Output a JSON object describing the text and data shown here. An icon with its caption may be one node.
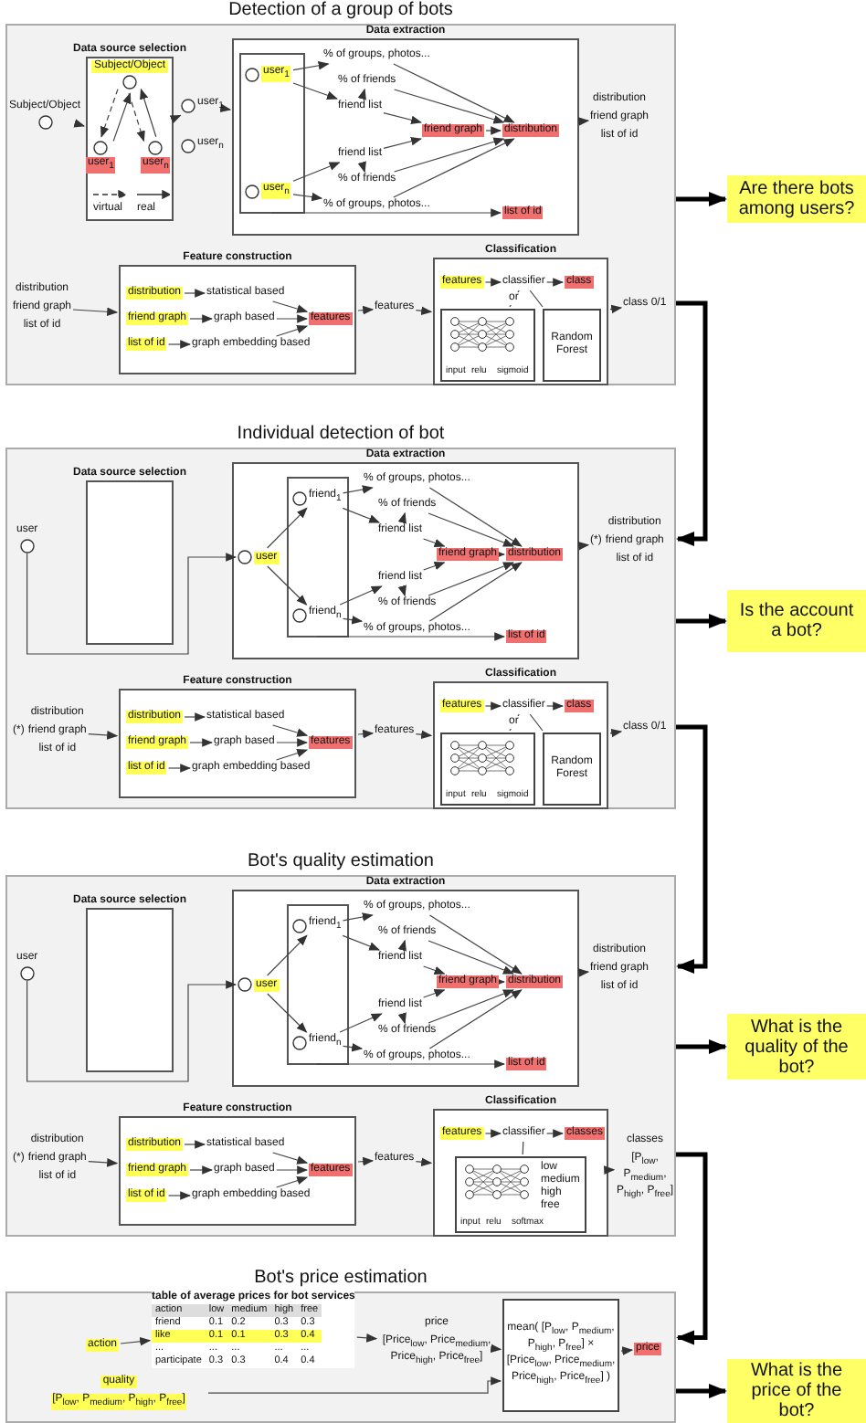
{
  "diagram": {
    "nodes": [
      {
        "text": [
          "Detection of a group of bots"
        ]
      },
      {
        "text": [
          "Subject/Object"
        ],
        "in": 0
      },
      {
        "text": [
          "Data source selection"
        ],
        "in": 0
      },
      {
        "text": [
          "Subject/Object"
        ],
        "in": 2
      },
      {
        "text": [
          "user$_{1}$"
        ],
        "in": 2
      },
      {
        "text": [
          "user$_{n}$"
        ],
        "in": 2
      },
      {
        "text": [
          "user$_{1}$"
        ],
        "in": 0
      },
      {
        "text": [
          "user$_{n}$"
        ],
        "in": 0
      },
      {
        "text": [
          "Data extraction"
        ],
        "in": 0
      },
      {
        "text": [],
        "shape": "box",
        "in": 8
      },
      {
        "text": [
          "user$_{1}$"
        ],
        "in": 9
      },
      {
        "text": [
          "user$_{n}$"
        ],
        "in": 9
      },
      {
        "text": [
          "% of groups, photos..."
        ],
        "in": 8
      },
      {
        "text": [
          "% of friends"
        ],
        "in": 8
      },
      {
        "text": [
          "friend list"
        ],
        "in": 8
      },
      {
        "text": [
          "friend list"
        ],
        "in": 8
      },
      {
        "text": [
          "% of friends"
        ],
        "in": 8
      },
      {
        "text": [
          "% of groups, photos..."
        ],
        "in": 8
      },
      {
        "text": [
          "friend graph"
        ],
        "in": 8
      },
      {
        "text": [
          "distribution"
        ],
        "in": 8
      },
      {
        "text": [
          "list of id"
        ],
        "in": 8
      },
      {
        "text": [
          "distribution",
          "friend graph",
          "list of id"
        ],
        "in": 0
      },
      {
        "text": [
          "Feature construction"
        ],
        "in": 0
      },
      {
        "text": [
          "distribution",
          "friend graph",
          "list of id"
        ],
        "in": 0
      },
      {
        "text": [
          "distribution"
        ],
        "in": 22
      },
      {
        "text": [
          "friend graph"
        ],
        "in": 22
      },
      {
        "text": [
          "list of id"
        ],
        "in": 22
      },
      {
        "text": [
          "statistical based"
        ],
        "in": 22
      },
      {
        "text": [
          "graph based"
        ],
        "in": 22
      },
      {
        "text": [
          "graph embedding based"
        ],
        "in": 22
      },
      {
        "text": [
          "features"
        ],
        "in": 22
      },
      {
        "text": [
          "features"
        ],
        "in": 0
      },
      {
        "text": [
          "Classification"
        ],
        "in": 0
      },
      {
        "text": [
          "features"
        ],
        "in": 32
      },
      {
        "text": [
          "classifier"
        ],
        "in": 32
      },
      {
        "text": [
          "class"
        ],
        "in": 32
      },
      {
        "text": [
          "input",
          "relu",
          "sigmoid"
        ],
        "in": 32
      },
      {
        "text": [
          "Random Forest"
        ],
        "in": 32
      },
      {
        "text": [
          "class 0/1"
        ],
        "in": 0
      },
      {
        "text": [
          "Are there bots among users?"
        ]
      },
      {
        "text": [
          "Individual detection of bot"
        ]
      },
      {
        "text": [
          "user"
        ],
        "in": 40
      },
      {
        "text": [
          "Data source selection"
        ],
        "in": 40
      },
      {
        "text": [
          "Data extraction"
        ],
        "in": 40
      },
      {
        "text": [
          "user"
        ],
        "in": 43
      },
      {
        "text": [],
        "shape": "box",
        "in": 43
      },
      {
        "text": [
          "friend$_{1}$"
        ],
        "in": 45
      },
      {
        "text": [
          "friend$_{n}$"
        ],
        "in": 45
      },
      {
        "text": [
          "% of groups, photos..."
        ],
        "in": 43
      },
      {
        "text": [
          "% of friends"
        ],
        "in": 43
      },
      {
        "text": [
          "friend list"
        ],
        "in": 43
      },
      {
        "text": [
          "friend list"
        ],
        "in": 43
      },
      {
        "text": [
          "% of friends"
        ],
        "in": 43
      },
      {
        "text": [
          "% of groups, photos..."
        ],
        "in": 43
      },
      {
        "text": [
          "friend graph"
        ],
        "in": 43
      },
      {
        "text": [
          "distribution"
        ],
        "in": 43
      },
      {
        "text": [
          "list of id"
        ],
        "in": 43
      },
      {
        "text": [
          "distribution",
          "friend graph",
          "list of id"
        ],
        "beside": [
          "(*)"
        ],
        "in": 40
      },
      {
        "text": [
          "Feature construction"
        ],
        "in": 40
      },
      {
        "text": [
          "distribution",
          "friend graph",
          "list of id"
        ],
        "beside": [
          "(*)"
        ],
        "in": 40
      },
      {
        "text": [
          "distribution"
        ],
        "in": 58
      },
      {
        "text": [
          "friend graph"
        ],
        "in": 58
      },
      {
        "text": [
          "list of id"
        ],
        "in": 58
      },
      {
        "text": [
          "statistical based"
        ],
        "in": 58
      },
      {
        "text": [
          "graph based"
        ],
        "in": 58
      },
      {
        "text": [
          "graph embedding based"
        ],
        "in": 58
      },
      {
        "text": [
          "features"
        ],
        "in": 58
      },
      {
        "text": [
          "features"
        ],
        "in": 40
      },
      {
        "text": [
          "Classification"
        ],
        "in": 40
      },
      {
        "text": [
          "features"
        ],
        "in": 68
      },
      {
        "text": [
          "classifier"
        ],
        "in": 68
      },
      {
        "text": [
          "class"
        ],
        "in": 68
      },
      {
        "text": [
          "input",
          "relu",
          "sigmoid"
        ],
        "in": 68
      },
      {
        "text": [
          "Random Forest"
        ],
        "in": 68
      },
      {
        "text": [
          "class 0/1"
        ],
        "in": 40
      },
      {
        "text": [
          "Is the account a bot?"
        ]
      },
      {
        "text": [
          "Bot's quality estimation"
        ]
      },
      {
        "text": [
          "user"
        ],
        "in": 76
      },
      {
        "text": [
          "Data source selection"
        ],
        "in": 76
      },
      {
        "text": [
          "Data extraction"
        ],
        "in": 76
      },
      {
        "text": [
          "user"
        ],
        "in": 79
      },
      {
        "text": [],
        "shape": "box",
        "in": 79
      },
      {
        "text": [
          "friend$_{1}$"
        ],
        "in": 81
      },
      {
        "text": [
          "friend$_{n}$"
        ],
        "in": 81
      },
      {
        "text": [
          "% of groups, photos..."
        ],
        "in": 79
      },
      {
        "text": [
          "% of friends"
        ],
        "in": 79
      },
      {
        "text": [
          "friend list"
        ],
        "in": 79
      },
      {
        "text": [
          "friend list"
        ],
        "in": 79
      },
      {
        "text": [
          "% of friends"
        ],
        "in": 79
      },
      {
        "text": [
          "% of groups, photos..."
        ],
        "in": 79
      },
      {
        "text": [
          "friend graph"
        ],
        "in": 79
      },
      {
        "text": [
          "distribution"
        ],
        "in": 79
      },
      {
        "text": [
          "list of id"
        ],
        "in": 79
      },
      {
        "text": [
          "distribution",
          "friend graph",
          "list of id"
        ],
        "in": 76
      },
      {
        "text": [
          "Feature construction"
        ],
        "in": 76
      },
      {
        "text": [
          "distribution",
          "friend graph",
          "list of id"
        ],
        "beside": [
          "(*)"
        ],
        "in": 76
      },
      {
        "text": [
          "distribution"
        ],
        "in": 94
      },
      {
        "text": [
          "friend graph"
        ],
        "in": 94
      },
      {
        "text": [
          "list of id"
        ],
        "in": 94
      },
      {
        "text": [
          "statistical based"
        ],
        "in": 94
      },
      {
        "text": [
          "graph based"
        ],
        "in": 94
      },
      {
        "text": [
          "graph embedding based"
        ],
        "in": 94
      },
      {
        "text": [
          "features"
        ],
        "in": 94
      },
      {
        "text": [
          "features"
        ],
        "in": 76
      },
      {
        "text": [
          "Classification"
        ],
        "in": 76
      },
      {
        "text": [
          "features"
        ],
        "in": 104
      },
      {
        "text": [
          "classifier"
        ],
        "in": 104
      },
      {
        "text": [
          "classes"
        ],
        "in": 104
      },
      {
        "text": [
          "input",
          "relu",
          "softmax",
          "low",
          "medium",
          "high",
          "free"
        ],
        "in": 104
      },
      {
        "text": [
          "classes",
          "[P$_{low}$, P$_{medium}$, P$_{high}$, P$_{free}$]"
        ],
        "in": 76
      },
      {
        "text": [
          "What is the quality of the bot?"
        ]
      },
      {
        "text": [
          "Bot's price estimation"
        ]
      },
      {
        "text": [
          "action"
        ],
        "in": 111
      },
      {
        "text": [
          "table of average prices for bot services",
          "action",
          "low",
          "medium",
          "high",
          "free",
          "friend",
          "0.1",
          "0.2",
          "0.3",
          "0.3",
          "like",
          "0.1",
          "0.1",
          "0.3",
          "0.4",
          "...",
          "...",
          "...",
          "...",
          "...",
          "participate",
          "0.3",
          "0.3",
          "0.4",
          "0.4"
        ],
        "in": 111
      },
      {
        "text": [
          "price",
          "[Price$_{low}$, Price$_{medium}$, Price$_{high}$, Price$_{free}$]"
        ],
        "in": 111
      },
      {
        "text": [
          "mean( [P$_{low}$, P$_{medium}$, P$_{high}$, P$_{free}$] × [Price$_{low}$, Price$_{medium}$, Price$_{high}$, Price$_{free}$] )"
        ],
        "in": 111
      },
      {
        "text": [
          "price"
        ],
        "in": 111
      },
      {
        "text": [
          "quality",
          "[P$_{low}$, P$_{medium}$, P$_{high}$, P$_{free}$]"
        ],
        "in": 111
      },
      {
        "text": [
          "What is the price of the bot?"
        ]
      }
    ],
    "edges": [
      {
        "from": 1,
        "to": 2,
        "arrow": "to"
      },
      {
        "from": 3,
        "to": 4,
        "arrow": "to",
        "style": "dashed"
      },
      {
        "from": 4,
        "to": 3,
        "arrow": "to"
      },
      {
        "from": 3,
        "to": 5,
        "arrow": "to",
        "style": "dashed"
      },
      {
        "from": 5,
        "to": 3,
        "arrow": "to"
      },
      {
        "from": 2,
        "to": 6,
        "arrow": "to"
      },
      {
        "from": 6,
        "to": 8,
        "arrow": "to"
      },
      {
        "from": 10,
        "to": 12,
        "arrow": "to"
      },
      {
        "from": 10,
        "to": 14,
        "arrow": "to"
      },
      {
        "from": 14,
        "to": 13,
        "arrow": "to"
      },
      {
        "from": 12,
        "to": 19,
        "arrow": "to"
      },
      {
        "from": 13,
        "to": 19,
        "arrow": "to"
      },
      {
        "from": 14,
        "to": 18,
        "arrow": "to"
      },
      {
        "from": 11,
        "to": 15,
        "arrow": "to"
      },
      {
        "from": 11,
        "to": 17,
        "arrow": "to"
      },
      {
        "from": 15,
        "to": 16,
        "arrow": "to"
      },
      {
        "from": 15,
        "to": 18,
        "arrow": "to"
      },
      {
        "from": 16,
        "to": 19,
        "arrow": "to"
      },
      {
        "from": 17,
        "to": 19,
        "arrow": "to"
      },
      {
        "from": 18,
        "to": 19,
        "arrow": "to"
      },
      {
        "from": 9,
        "to": 20,
        "arrow": "to"
      },
      {
        "from": 8,
        "to": 21,
        "arrow": "to"
      },
      {
        "from": 23,
        "to": 22,
        "arrow": "to"
      },
      {
        "from": 24,
        "to": 27,
        "arrow": "to"
      },
      {
        "from": 25,
        "to": 28,
        "arrow": "to"
      },
      {
        "from": 26,
        "to": 29,
        "arrow": "to"
      },
      {
        "from": 27,
        "to": 30,
        "arrow": "to"
      },
      {
        "from": 28,
        "to": 30,
        "arrow": "to"
      },
      {
        "from": 29,
        "to": 30,
        "arrow": "to"
      },
      {
        "from": 22,
        "to": 31,
        "arrow": "to"
      },
      {
        "from": 31,
        "to": 32,
        "arrow": "to"
      },
      {
        "from": 33,
        "to": 34,
        "arrow": "to"
      },
      {
        "from": 34,
        "to": 35,
        "arrow": "to"
      },
      {
        "from": 34,
        "to": 36,
        "arrow": "none",
        "label": "or"
      },
      {
        "from": 34,
        "to": 37,
        "arrow": "none"
      },
      {
        "from": 32,
        "to": 38,
        "arrow": "to"
      },
      {
        "from": 0,
        "to": 39,
        "arrow": "to",
        "style": "thick"
      },
      {
        "from": 0,
        "to": 40,
        "arrow": "to",
        "style": "thick"
      },
      {
        "from": 41,
        "to": 44,
        "arrow": "to"
      },
      {
        "from": 44,
        "to": 46,
        "arrow": "to"
      },
      {
        "from": 44,
        "to": 47,
        "arrow": "to"
      },
      {
        "from": 46,
        "to": 48,
        "arrow": "to"
      },
      {
        "from": 46,
        "to": 50,
        "arrow": "to"
      },
      {
        "from": 50,
        "to": 49,
        "arrow": "to"
      },
      {
        "from": 48,
        "to": 55,
        "arrow": "to"
      },
      {
        "from": 49,
        "to": 55,
        "arrow": "to"
      },
      {
        "from": 50,
        "to": 54,
        "arrow": "to"
      },
      {
        "from": 47,
        "to": 51,
        "arrow": "to"
      },
      {
        "from": 47,
        "to": 53,
        "arrow": "to"
      },
      {
        "from": 51,
        "to": 52,
        "arrow": "to"
      },
      {
        "from": 51,
        "to": 54,
        "arrow": "to"
      },
      {
        "from": 52,
        "to": 55,
        "arrow": "to"
      },
      {
        "from": 53,
        "to": 55,
        "arrow": "to"
      },
      {
        "from": 54,
        "to": 55,
        "arrow": "to"
      },
      {
        "from": 45,
        "to": 56,
        "arrow": "to"
      },
      {
        "from": 43,
        "to": 57,
        "arrow": "to"
      },
      {
        "from": 59,
        "to": 58,
        "arrow": "to"
      },
      {
        "from": 60,
        "to": 63,
        "arrow": "to"
      },
      {
        "from": 61,
        "to": 64,
        "arrow": "to"
      },
      {
        "from": 62,
        "to": 65,
        "arrow": "to"
      },
      {
        "from": 63,
        "to": 66,
        "arrow": "to"
      },
      {
        "from": 64,
        "to": 66,
        "arrow": "to"
      },
      {
        "from": 65,
        "to": 66,
        "arrow": "to"
      },
      {
        "from": 58,
        "to": 67,
        "arrow": "to"
      },
      {
        "from": 67,
        "to": 68,
        "arrow": "to"
      },
      {
        "from": 69,
        "to": 70,
        "arrow": "to"
      },
      {
        "from": 70,
        "to": 71,
        "arrow": "to"
      },
      {
        "from": 70,
        "to": 72,
        "arrow": "none",
        "label": "or"
      },
      {
        "from": 70,
        "to": 73,
        "arrow": "none"
      },
      {
        "from": 68,
        "to": 74,
        "arrow": "to"
      },
      {
        "from": 40,
        "to": 75,
        "arrow": "to",
        "style": "thick"
      },
      {
        "from": 40,
        "to": 76,
        "arrow": "to",
        "style": "thick"
      },
      {
        "from": 77,
        "to": 80,
        "arrow": "to"
      },
      {
        "from": 80,
        "to": 82,
        "arrow": "to"
      },
      {
        "from": 80,
        "to": 83,
        "arrow": "to"
      },
      {
        "from": 82,
        "to": 84,
        "arrow": "to"
      },
      {
        "from": 82,
        "to": 86,
        "arrow": "to"
      },
      {
        "from": 86,
        "to": 85,
        "arrow": "to"
      },
      {
        "from": 84,
        "to": 91,
        "arrow": "to"
      },
      {
        "from": 85,
        "to": 91,
        "arrow": "to"
      },
      {
        "from": 86,
        "to": 90,
        "arrow": "to"
      },
      {
        "from": 83,
        "to": 87,
        "arrow": "to"
      },
      {
        "from": 83,
        "to": 89,
        "arrow": "to"
      },
      {
        "from": 87,
        "to": 88,
        "arrow": "to"
      },
      {
        "from": 87,
        "to": 90,
        "arrow": "to"
      },
      {
        "from": 88,
        "to": 91,
        "arrow": "to"
      },
      {
        "from": 89,
        "to": 91,
        "arrow": "to"
      },
      {
        "from": 90,
        "to": 91,
        "arrow": "to"
      },
      {
        "from": 81,
        "to": 92,
        "arrow": "to"
      },
      {
        "from": 79,
        "to": 93,
        "arrow": "to"
      },
      {
        "from": 95,
        "to": 94,
        "arrow": "to"
      },
      {
        "from": 96,
        "to": 99,
        "arrow": "to"
      },
      {
        "from": 97,
        "to": 100,
        "arrow": "to"
      },
      {
        "from": 98,
        "to": 101,
        "arrow": "to"
      },
      {
        "from": 99,
        "to": 102,
        "arrow": "to"
      },
      {
        "from": 100,
        "to": 102,
        "arrow": "to"
      },
      {
        "from": 101,
        "to": 102,
        "arrow": "to"
      },
      {
        "from": 94,
        "to": 103,
        "arrow": "to"
      },
      {
        "from": 103,
        "to": 104,
        "arrow": "to"
      },
      {
        "from": 105,
        "to": 106,
        "arrow": "to"
      },
      {
        "from": 106,
        "to": 107,
        "arrow": "to"
      },
      {
        "from": 106,
        "to": 108,
        "arrow": "none"
      },
      {
        "from": 104,
        "to": 109,
        "arrow": "to"
      },
      {
        "from": 76,
        "to": 110,
        "arrow": "to",
        "style": "thick"
      },
      {
        "from": 76,
        "to": 111,
        "arrow": "to",
        "style": "thick"
      },
      {
        "from": 112,
        "to": 113,
        "arrow": "to"
      },
      {
        "from": 113,
        "to": 114,
        "arrow": "to"
      },
      {
        "from": 114,
        "to": 115,
        "arrow": "to"
      },
      {
        "from": 117,
        "to": 115,
        "arrow": "to"
      },
      {
        "from": 115,
        "to": 116,
        "arrow": "to"
      },
      {
        "from": 111,
        "to": 118,
        "arrow": "to",
        "style": "thick"
      }
    ],
    "legend": [
      {
        "text": "virtual"
      },
      {
        "text": "real"
      }
    ]
  }
}
